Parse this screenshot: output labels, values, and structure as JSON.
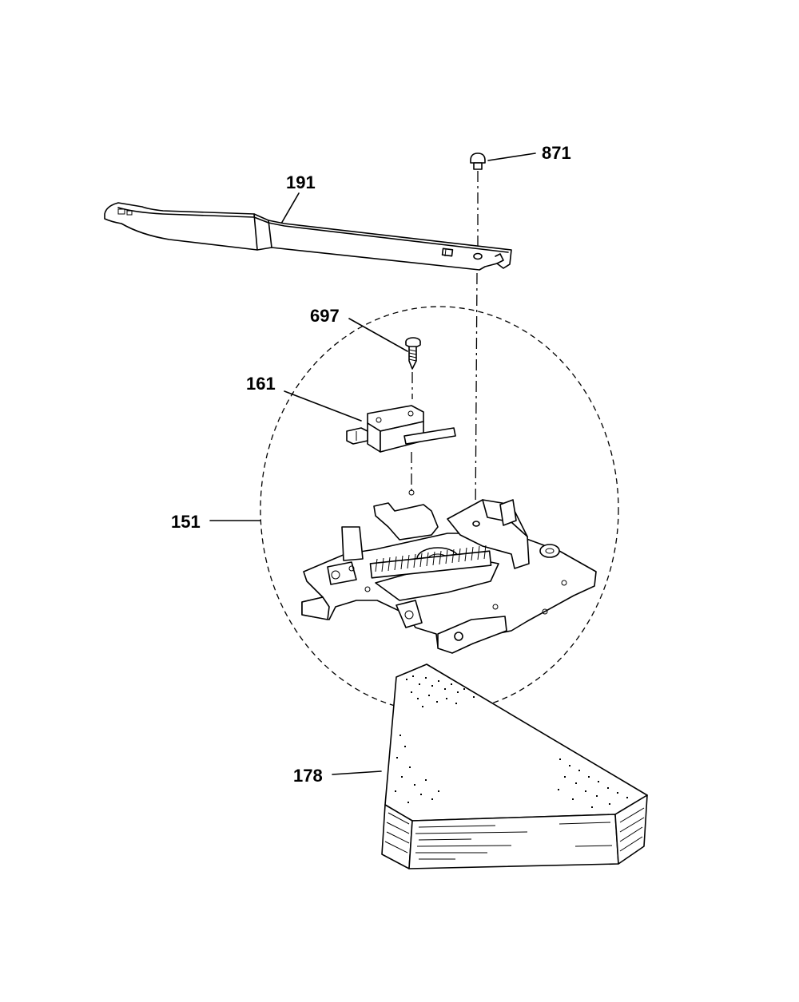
{
  "parts": [
    {
      "id": "871",
      "name": "screw (top)"
    },
    {
      "id": "191",
      "name": "latch handle"
    },
    {
      "id": "697",
      "name": "screw (switch)"
    },
    {
      "id": "161",
      "name": "switch"
    },
    {
      "id": "151",
      "name": "latch assembly"
    },
    {
      "id": "178",
      "name": "insulation block"
    }
  ],
  "labels": {
    "p871": "871",
    "p191": "191",
    "p697": "697",
    "p161": "161",
    "p151": "151",
    "p178": "178"
  }
}
